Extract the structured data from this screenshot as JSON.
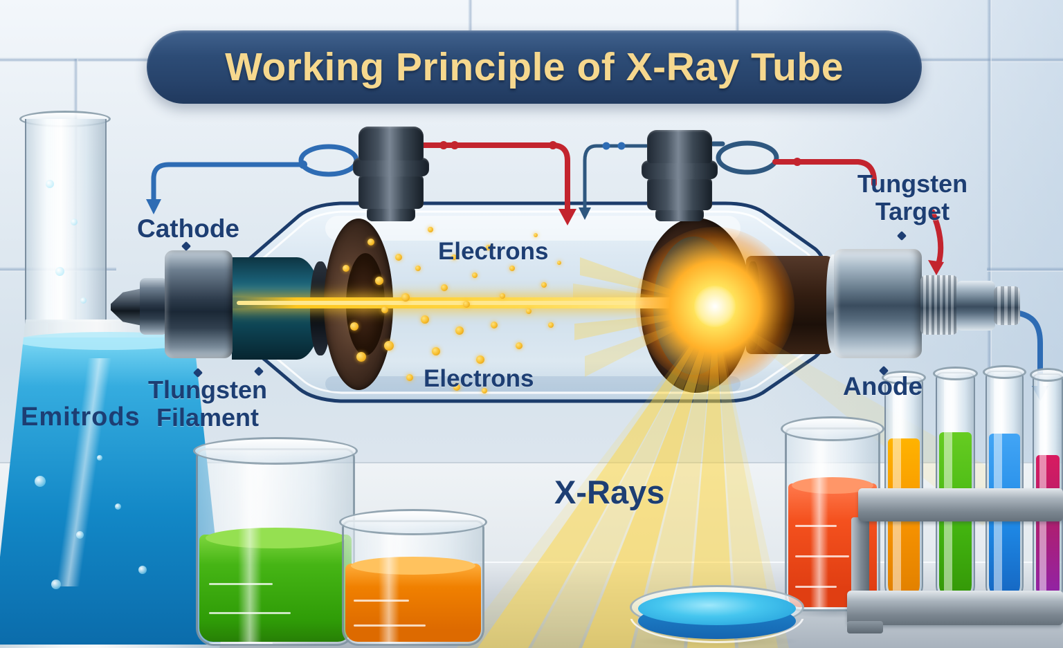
{
  "title": "Working Principle of X-Ray Tube",
  "labels": {
    "cathode": "Cathode",
    "electrons_top": "Electrons",
    "electrons_bottom": "Electrons",
    "tungsten_target_line1": "Tungsten",
    "tungsten_target_line2": "Target",
    "filament_line1": "Tlungsten",
    "filament_line2": "Filament",
    "anode": "Anode",
    "xrays": "X-Rays",
    "flask_label": "Emitrods"
  },
  "colors": {
    "label_navy": "#1d3e73",
    "banner_bg": "#2c4a74",
    "banner_text": "#f6d88e",
    "wire_blue": "#2e6cb4",
    "wire_navy": "#2e577f",
    "wire_red": "#c3242e",
    "beam_yellow": "#ffc61e",
    "ray_yellow": "#ffd43a",
    "glow_orange": "#ff9400",
    "flask_liquid": "#1f95cf",
    "beaker_green": "#3fae0e",
    "beaker_orange": "#ef7f07",
    "cylinder_liquid": "#f4511e",
    "tube_orange": "#f59d0b",
    "tube_green": "#43b510",
    "tube_blue": "#1e88e5",
    "tube_magenta": "#c2185b",
    "petri_blue": "#2fb9ea"
  },
  "electron_dots": [
    [
      500,
      388,
      5
    ],
    [
      512,
      472,
      6
    ],
    [
      522,
      516,
      7
    ],
    [
      536,
      350,
      5
    ],
    [
      548,
      406,
      6
    ],
    [
      556,
      448,
      5
    ],
    [
      562,
      500,
      7
    ],
    [
      576,
      372,
      5
    ],
    [
      586,
      430,
      6
    ],
    [
      592,
      546,
      5
    ],
    [
      604,
      388,
      4
    ],
    [
      614,
      462,
      6
    ],
    [
      622,
      332,
      4
    ],
    [
      630,
      508,
      6
    ],
    [
      642,
      416,
      5
    ],
    [
      656,
      372,
      4
    ],
    [
      664,
      478,
      6
    ],
    [
      674,
      440,
      5
    ],
    [
      686,
      398,
      4
    ],
    [
      694,
      520,
      6
    ],
    [
      706,
      358,
      4
    ],
    [
      714,
      470,
      5
    ],
    [
      726,
      428,
      4
    ],
    [
      740,
      388,
      4
    ],
    [
      750,
      500,
      5
    ],
    [
      764,
      450,
      4
    ],
    [
      774,
      340,
      3
    ],
    [
      786,
      412,
      4
    ],
    [
      796,
      470,
      4
    ],
    [
      808,
      380,
      3
    ],
    [
      660,
      560,
      5
    ],
    [
      700,
      565,
      4
    ]
  ]
}
